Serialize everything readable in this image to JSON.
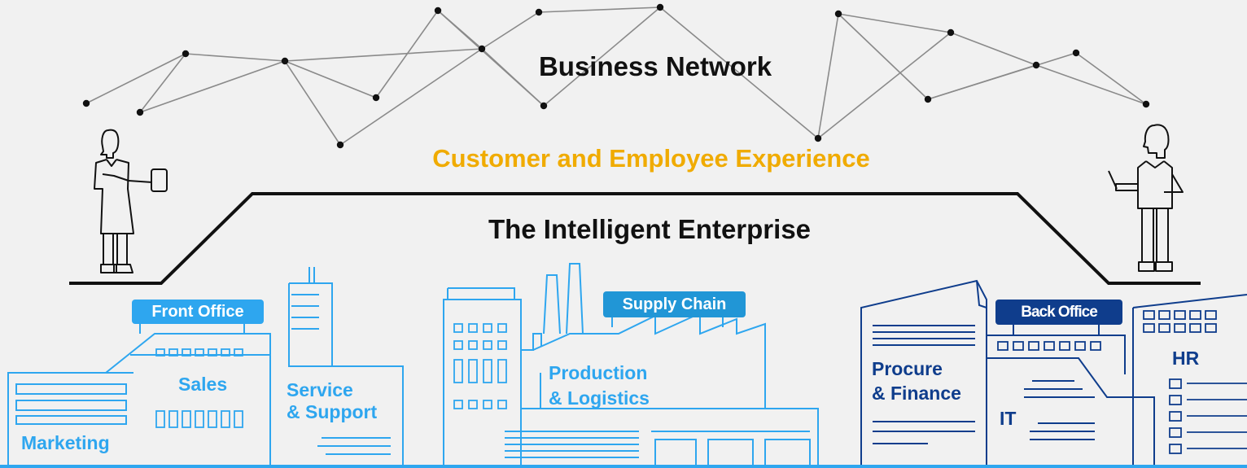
{
  "network": {
    "title": "Business Network"
  },
  "experience": {
    "title": "Customer and Employee Experience"
  },
  "enterprise": {
    "title": "The Intelligent Enterprise"
  },
  "front_office": {
    "badge": "Front Office",
    "sales": "Sales",
    "marketing": "Marketing",
    "service_line1": "Service",
    "service_line2": "& Support"
  },
  "supply_chain": {
    "badge": "Supply Chain",
    "production_line1": "Production",
    "production_line2": "& Logistics"
  },
  "back_office": {
    "badge": "Back Office",
    "procure_line1": "Procure",
    "procure_line2": "& Finance",
    "it": "IT",
    "hr": "HR"
  },
  "colors": {
    "light_blue": "#2ea6ef",
    "dark_blue": "#0f3d8c",
    "orange": "#f0ab00",
    "network_line": "#8a8a8a"
  },
  "icons": [
    "person-with-phone-icon",
    "person-with-laptop-icon",
    "office-building-icon",
    "factory-icon",
    "tower-building-icon"
  ]
}
